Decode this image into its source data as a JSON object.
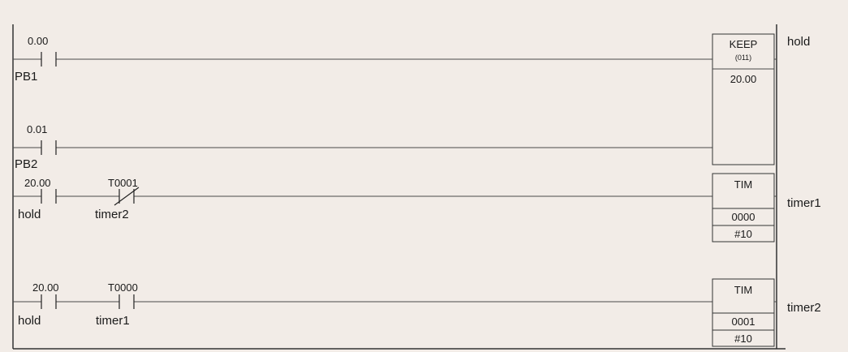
{
  "rungs": [
    {
      "contacts": [
        {
          "address": "0.00",
          "label": "PB1",
          "type": "no"
        }
      ]
    },
    {
      "contacts": [
        {
          "address": "0.01",
          "label": "PB2",
          "type": "no"
        }
      ]
    },
    {
      "contacts": [
        {
          "address": "20.00",
          "label": "hold",
          "type": "no"
        },
        {
          "address": "T0001",
          "label": "timer2",
          "type": "nc"
        }
      ]
    },
    {
      "contacts": [
        {
          "address": "20.00",
          "label": "hold",
          "type": "no"
        },
        {
          "address": "T0000",
          "label": "timer1",
          "type": "no"
        }
      ]
    }
  ],
  "blocks": {
    "keep": {
      "name": "KEEP",
      "code": "(011)",
      "operand": "20.00",
      "output_label": "hold"
    },
    "tim1": {
      "name": "TIM",
      "number": "0000",
      "setpoint": "#10",
      "output_label": "timer1"
    },
    "tim2": {
      "name": "TIM",
      "number": "0001",
      "setpoint": "#10",
      "output_label": "timer2"
    }
  }
}
